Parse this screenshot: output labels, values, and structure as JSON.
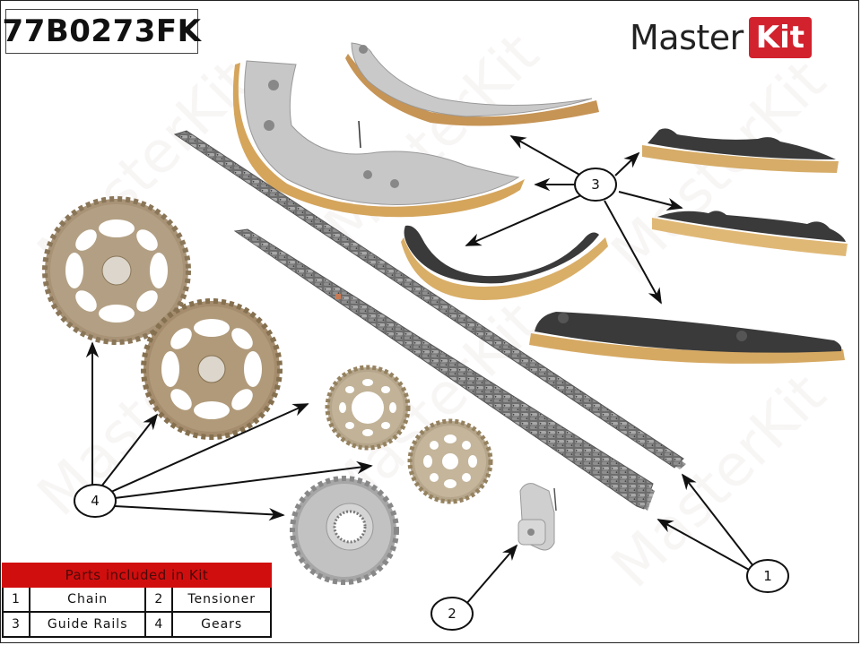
{
  "header": {
    "part_number": "77B0273FK",
    "brand": {
      "left": "Master",
      "right": "Kit",
      "accent_color": "#d1222e"
    }
  },
  "watermark_text": "MasterKit",
  "callouts": [
    {
      "id": "1",
      "label": "1"
    },
    {
      "id": "2",
      "label": "2"
    },
    {
      "id": "3",
      "label": "3"
    },
    {
      "id": "4",
      "label": "4"
    }
  ],
  "legend": {
    "title": "Parts included in Kit",
    "header_color": "#d10e0e",
    "rows": [
      [
        {
          "num": "1",
          "name": "Chain"
        },
        {
          "num": "2",
          "name": "Tensioner"
        }
      ],
      [
        {
          "num": "3",
          "name": "Guide Rails"
        },
        {
          "num": "4",
          "name": "Gears"
        }
      ]
    ]
  },
  "parts": {
    "chains": 2,
    "tensioners": 1,
    "guide_rails": 6,
    "gears": 5
  }
}
